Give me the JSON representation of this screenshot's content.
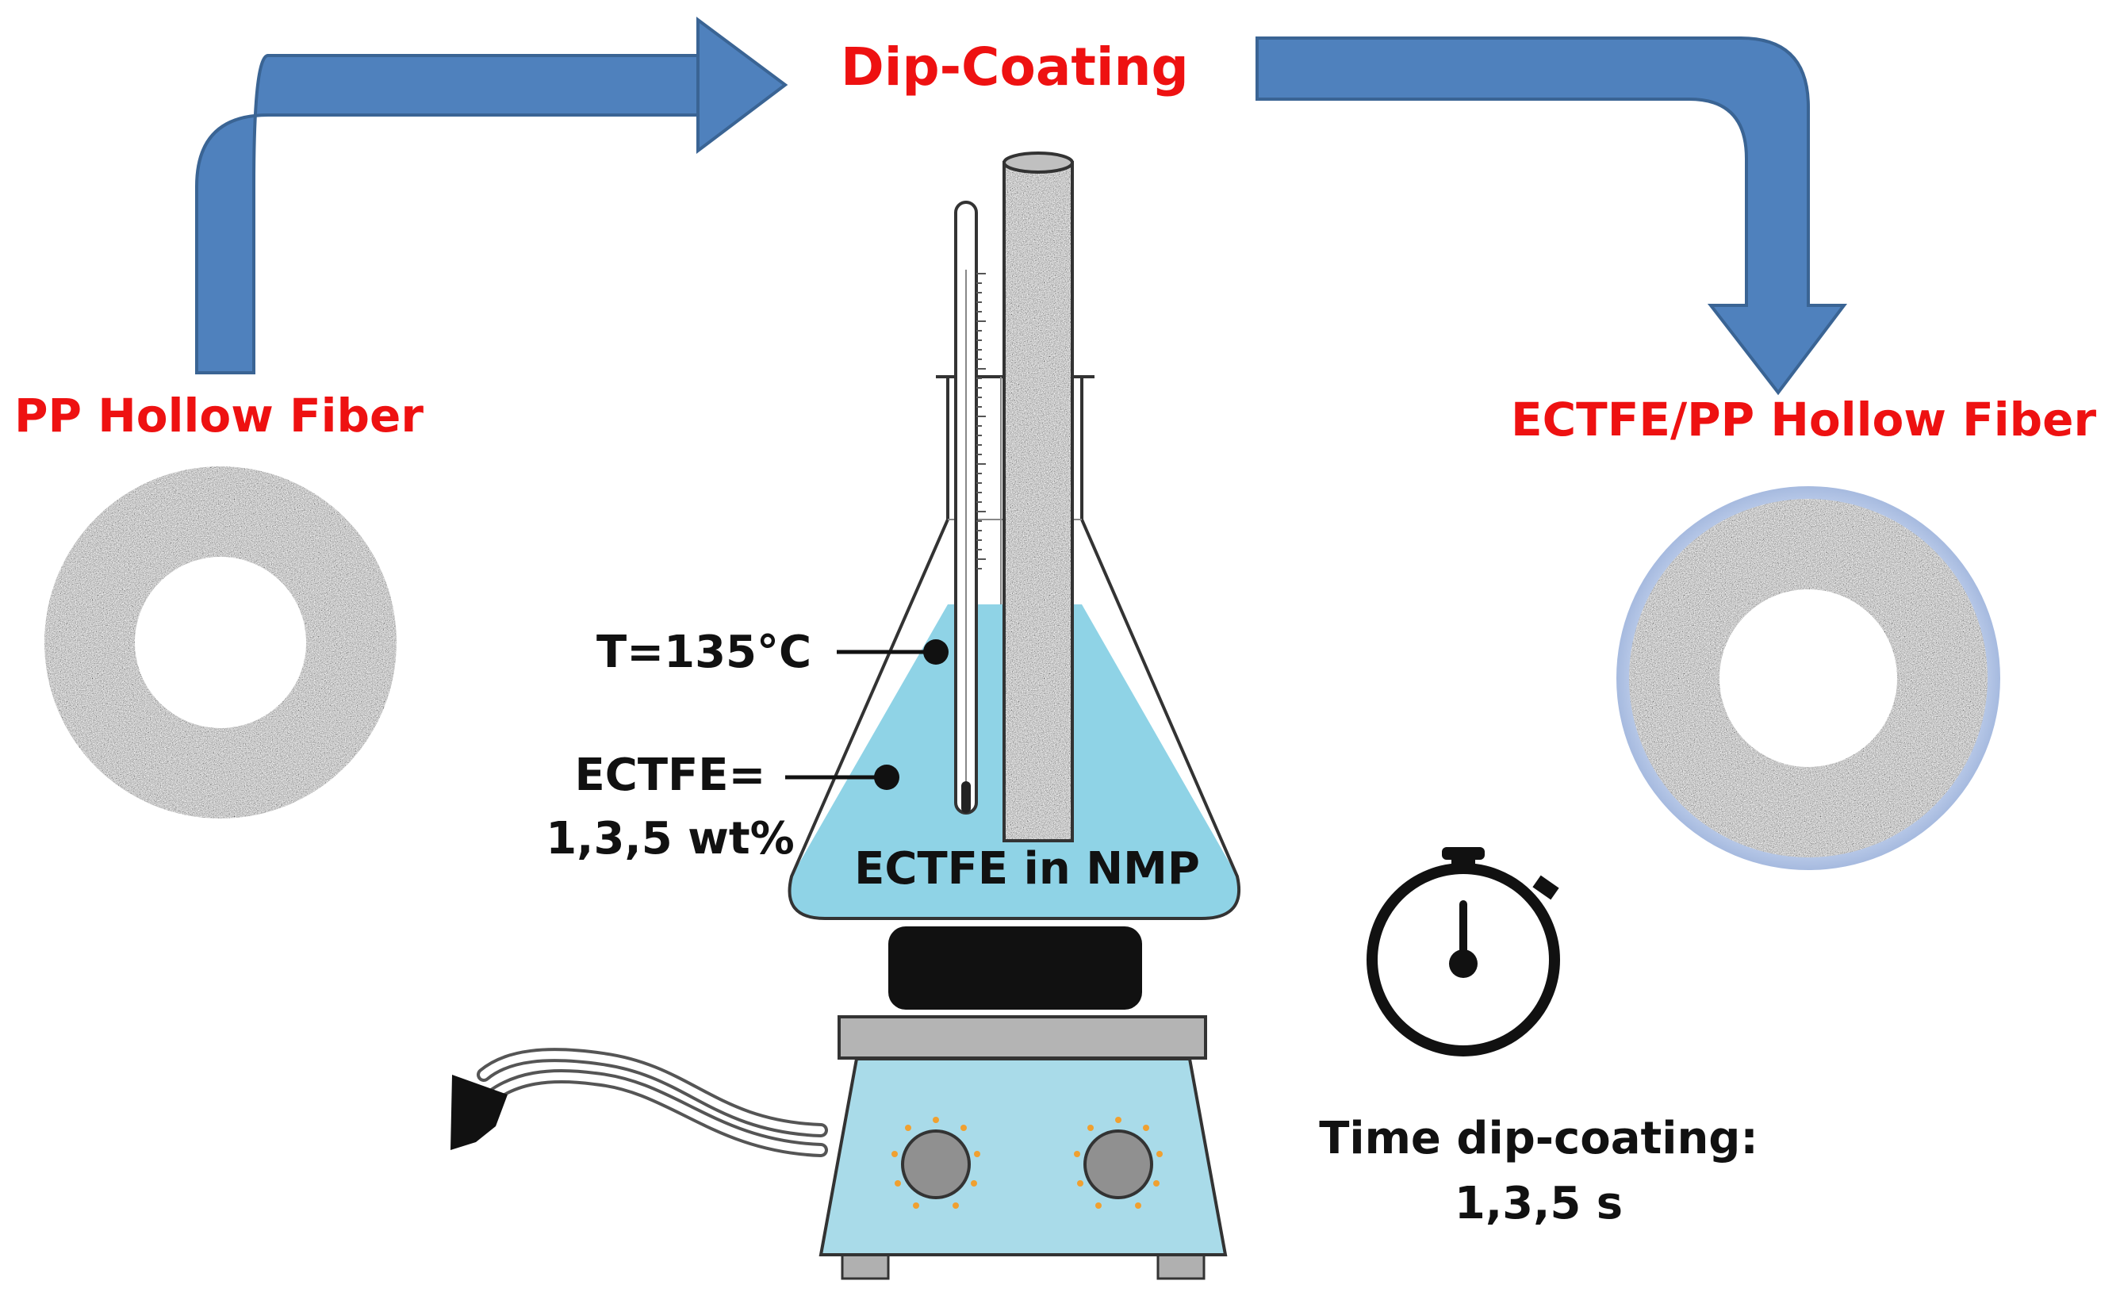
{
  "title": "Dip-Coating",
  "input_fiber": {
    "label": "PP Hollow Fiber"
  },
  "output_fiber": {
    "label": "ECTFE/PP Hollow Fiber"
  },
  "conditions": {
    "temperature": "T=135°C",
    "concentration_line1": "ECTFE=",
    "concentration_line2": "1,3,5 wt%",
    "solution": "ECTFE in NMP"
  },
  "timer": {
    "line1": "Time dip-coating:",
    "line2": "1,3,5 s"
  },
  "colors": {
    "arrow": "#4f81bd",
    "arrow_outline": "#3a6494",
    "label_red": "#ee1111",
    "solution": "#8fd3e6",
    "hotplate_body": "#a9dbe9",
    "hotplate_top": "#b4b4b4",
    "knob": "#909090",
    "coating_ring": "#b8c9ea",
    "porous_fill": "#9b9b9b"
  }
}
